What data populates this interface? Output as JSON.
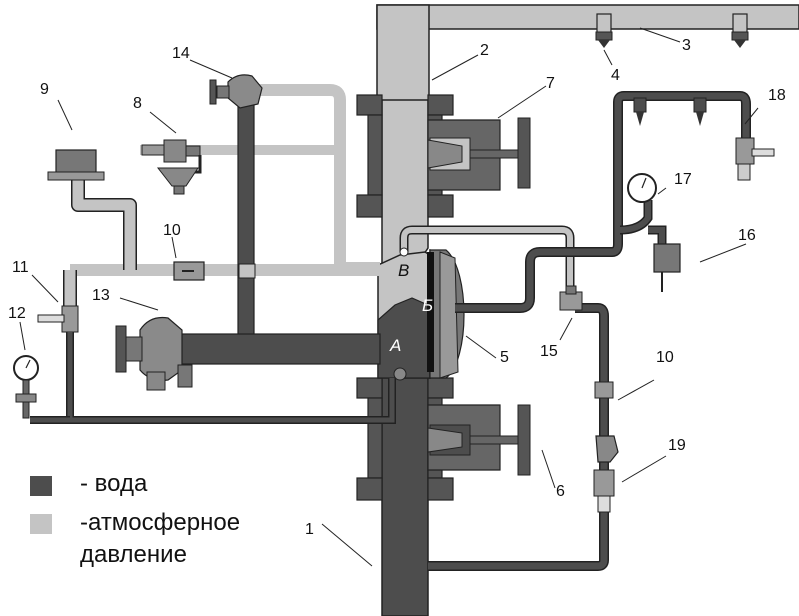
{
  "legend": {
    "water": {
      "label": "- вода",
      "color": "#4d4d4d"
    },
    "atmosphere": {
      "label": "-атмосферное",
      "label2": "давление",
      "color": "#c4c4c4"
    }
  },
  "zones": {
    "a": "А",
    "b": "Б",
    "v": "В"
  },
  "callouts": [
    "1",
    "2",
    "3",
    "4",
    "5",
    "6",
    "7",
    "8",
    "9",
    "10",
    "10",
    "11",
    "12",
    "13",
    "14",
    "15",
    "16",
    "17",
    "18",
    "19"
  ],
  "colors": {
    "metal": "#8a8a8a",
    "metal_dark": "#5e5e5e",
    "line": "#222222"
  }
}
